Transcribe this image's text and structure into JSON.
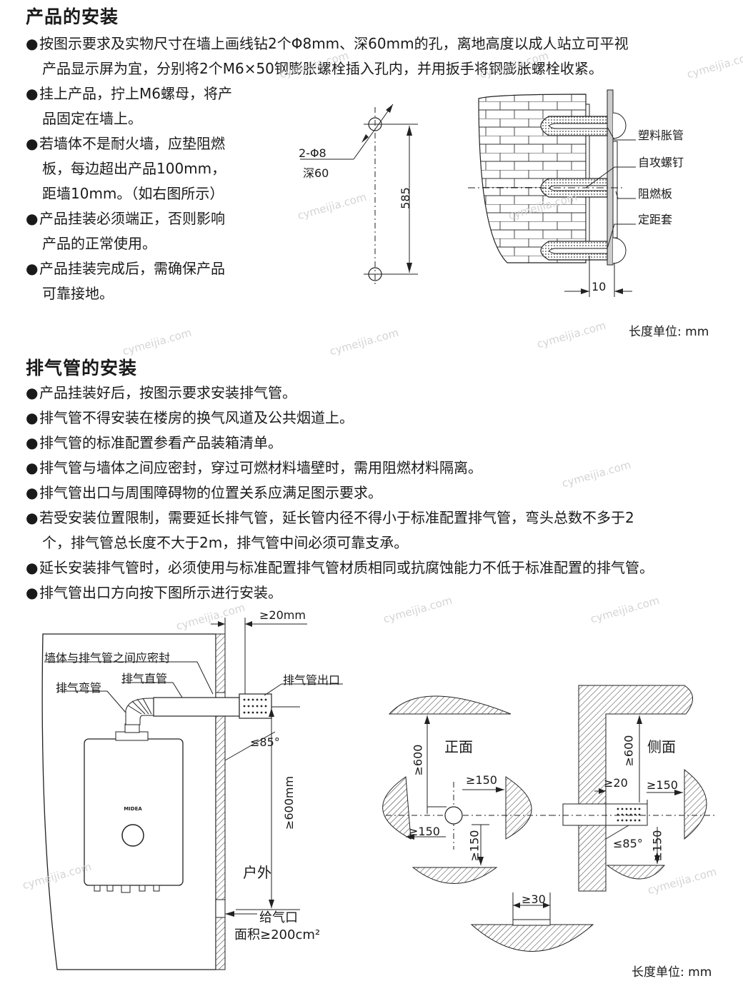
{
  "section1": {
    "title": "产品的安装",
    "bullet1_line1": "按图示要求及实物尺寸在墙上画线钻2个Φ8mm、深60mm的孔，离地高度以成人站立可平视",
    "bullet1_line2": "产品显示屏为宜，分别将2个M6×50钢膨胀螺栓插入孔内，并用扳手将钢膨胀螺栓收紧。",
    "bullet2_line1": "挂上产品，拧上M6螺母，将产",
    "bullet2_line2": "品固定在墙上。",
    "bullet3_line1": "若墙体不是耐火墙，应垫阻燃",
    "bullet3_line2": "板，每边超出产品100mm，",
    "bullet3_line3": "距墙10mm。（如右图所示）",
    "bullet4_line1": "产品挂装必须端正，否则影响",
    "bullet4_line2": "产品的正常使用。",
    "bullet5_line1": "产品挂装完成后，需确保产品",
    "bullet5_line2": "可靠接地。",
    "hole_label_1": "2-Φ8",
    "hole_label_2": "深60",
    "dim_585": "585",
    "label_plastic_anchor": "塑料胀管",
    "label_screw": "自攻螺钉",
    "label_board": "阻燃板",
    "label_spacer": "定距套",
    "dim_10": "10",
    "unit": "长度单位: mm"
  },
  "section2": {
    "title": "排气管的安装",
    "bullets": [
      "产品挂装好后，按图示要求安装排气管。",
      "排气管不得安装在楼房的换气风道及公共烟道上。",
      "排气管的标准配置参看产品装箱清单。",
      "排气管与墙体之间应密封，穿过可燃材料墙壁时，需用阻燃材料隔离。",
      "排气管出口与周围障碍物的位置关系应满足图示要求。"
    ],
    "bullet6_line1": "若受安装位置限制，需要延长排气管，延长管内径不得小于标准配置排气管，弯头总数不多于2",
    "bullet6_line2": "个，排气管总长度不大于2m，排气管中间必须可靠支承。",
    "bullet7": "延长安装排气管时，必须使用与标准配置排气管材质相同或抗腐蚀能力不低于标准配置的排气管。",
    "bullet8": "排气管出口方向按下图所示进行安装。",
    "dim_20mm": "≥20mm",
    "label_seal": "墙体与排气管之间应密封",
    "label_straight": "排气直管",
    "label_outlet": "排气管出口",
    "label_elbow": "排气弯管",
    "dim_85": "≤85°",
    "dim_600mm": "≥600mm",
    "label_outdoor": "户外",
    "label_air_inlet": "给气口",
    "label_area": "面积≥200cm²",
    "label_front": "正面",
    "label_side": "侧面",
    "dim_600": "≥600",
    "dim_150": "≥150",
    "dim_20": "≥20",
    "dim_30": "≥30",
    "unit": "长度单位: mm",
    "brand_mark": "MIDEA"
  },
  "watermark": "cymeijia.com",
  "dot": "●"
}
